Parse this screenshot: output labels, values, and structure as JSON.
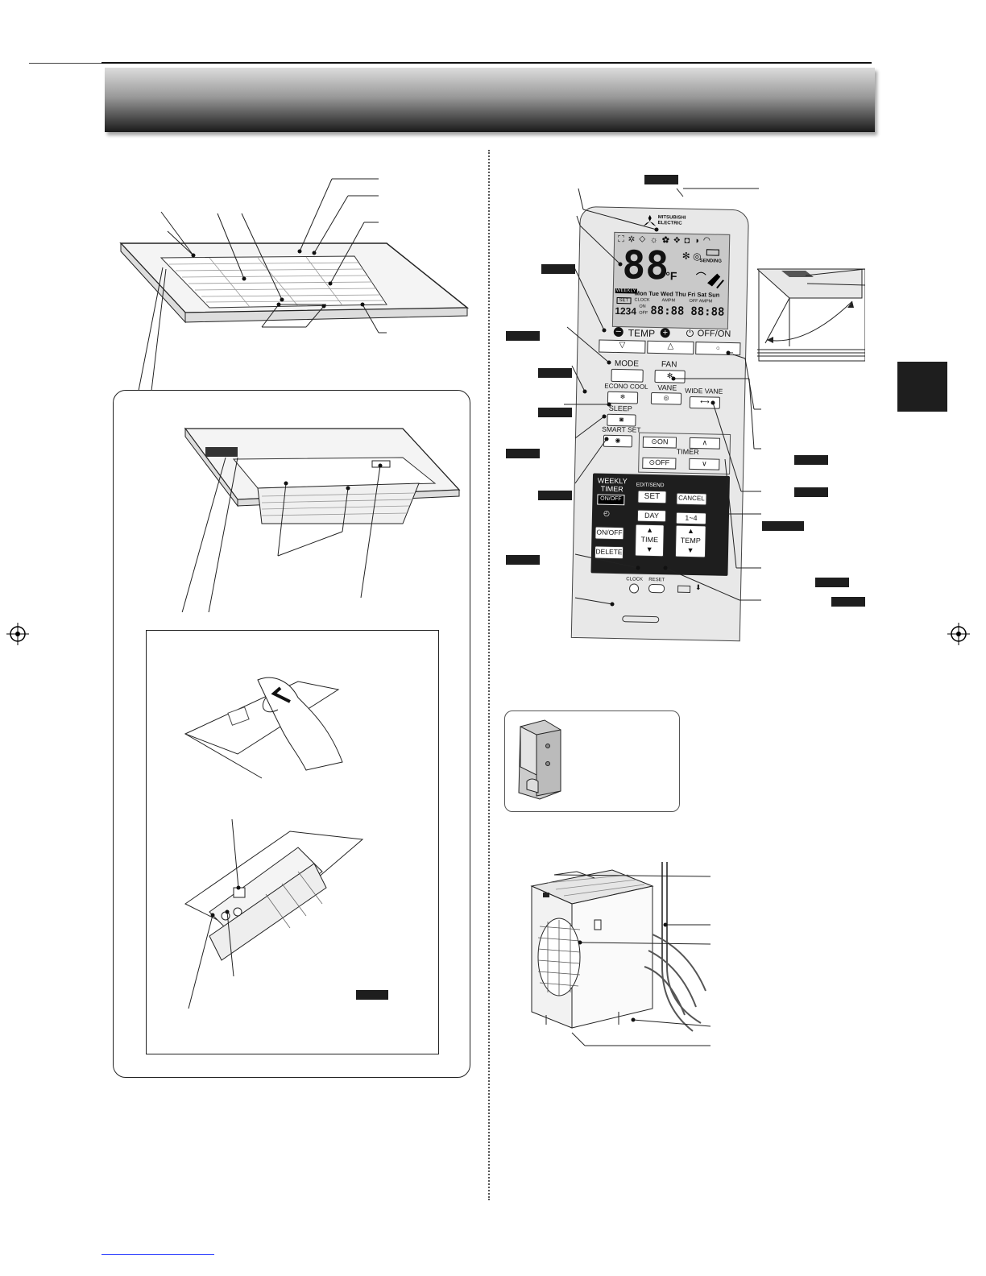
{
  "remote": {
    "brand": "MITSUBISHI ELECTRIC",
    "display": {
      "temperature": "88",
      "unit": "°F",
      "sending": "SENDING",
      "days": "Mon Tue Wed Thu Fri Sat Sun",
      "weekly": "WEEKLY",
      "set": "SET",
      "numbers": "1234",
      "clock": "CLOCK",
      "ampm": "AMPM",
      "on": "ON",
      "off": "OFF",
      "off_ampm": "OFF AMPM",
      "time_left": "88:88",
      "time_right": "88:88"
    },
    "buttons": {
      "temp": "TEMP",
      "off_on": "OFF/ON",
      "mode": "MODE",
      "fan": "FAN",
      "econo_cool": "ECONO COOL",
      "vane": "VANE",
      "wide_vane": "WIDE VANE",
      "sleep": "SLEEP",
      "smart_set": "SMART SET",
      "timer_on": "ON",
      "timer_off": "OFF",
      "timer": "TIMER",
      "weekly_timer_1": "WEEKLY",
      "weekly_timer_2": "TIMER",
      "weekly_on_off": "ON/OFF",
      "edit_send": "EDIT/SEND",
      "set": "SET",
      "cancel": "CANCEL",
      "day": "DAY",
      "one_to_four": "1~4",
      "on_off": "ON/OFF",
      "delete": "DELETE",
      "time": "TIME",
      "temp2": "TEMP",
      "clock": "CLOCK",
      "reset": "RESET"
    }
  },
  "colors": {
    "header_dark": "#1a1a1a",
    "header_light": "#dcdcdc",
    "label_box": "#1e1e1e",
    "remote_body": "#e6e6e6",
    "lcd_bg": "#c9c9c9"
  }
}
